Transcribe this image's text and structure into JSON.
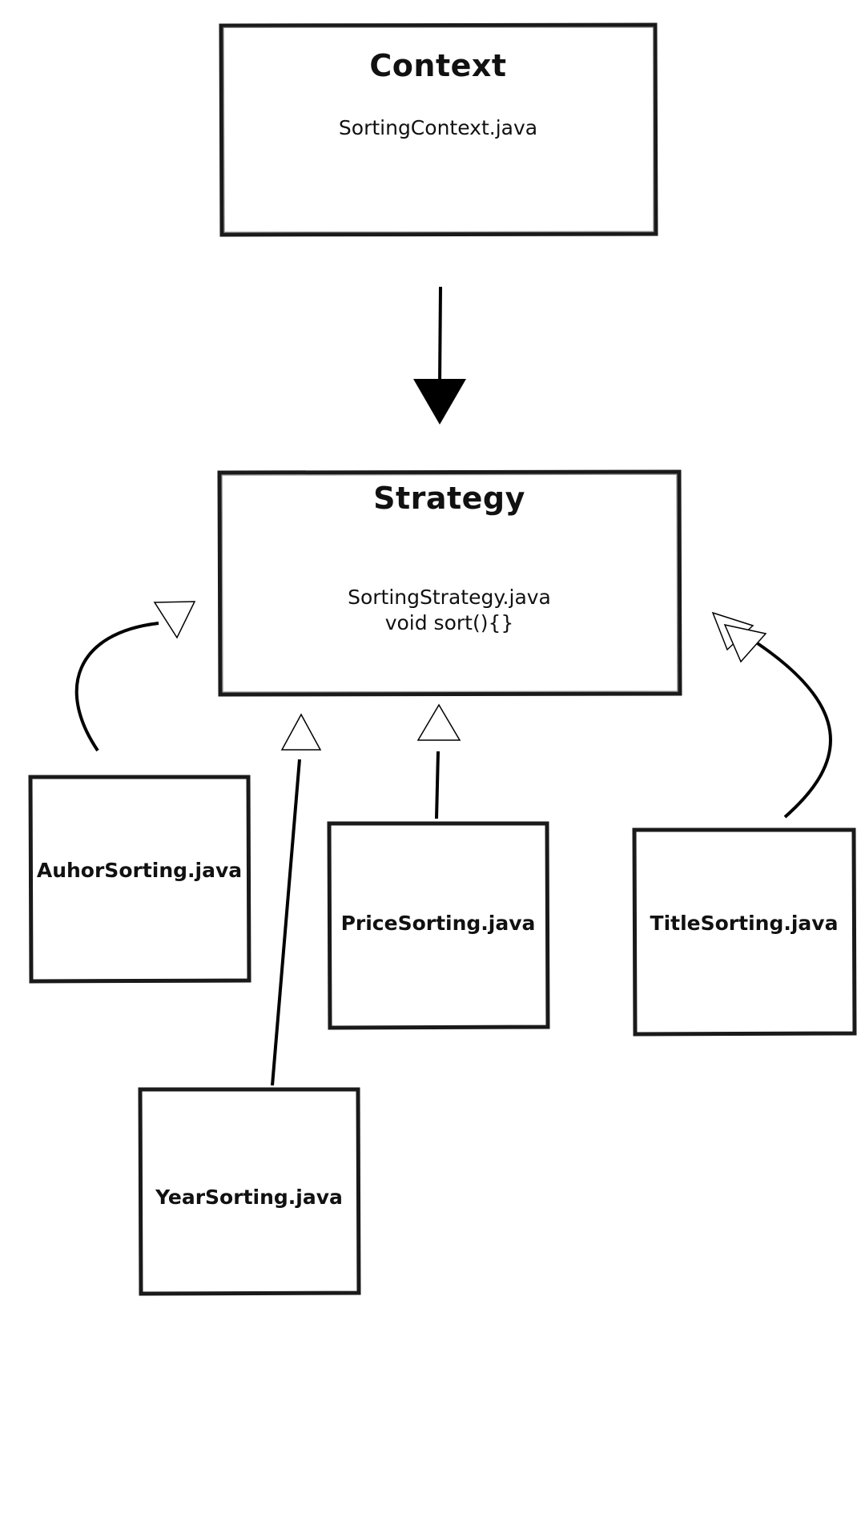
{
  "context": {
    "title": "Context",
    "file": "SortingContext.java"
  },
  "strategy": {
    "title": "Strategy",
    "file": "SortingStrategy.java",
    "method": "void sort(){}"
  },
  "implementations": [
    {
      "label": "AuhorSorting.java"
    },
    {
      "label": "PriceSorting.java"
    },
    {
      "label": "TitleSorting.java"
    },
    {
      "label": "YearSorting.java"
    }
  ]
}
